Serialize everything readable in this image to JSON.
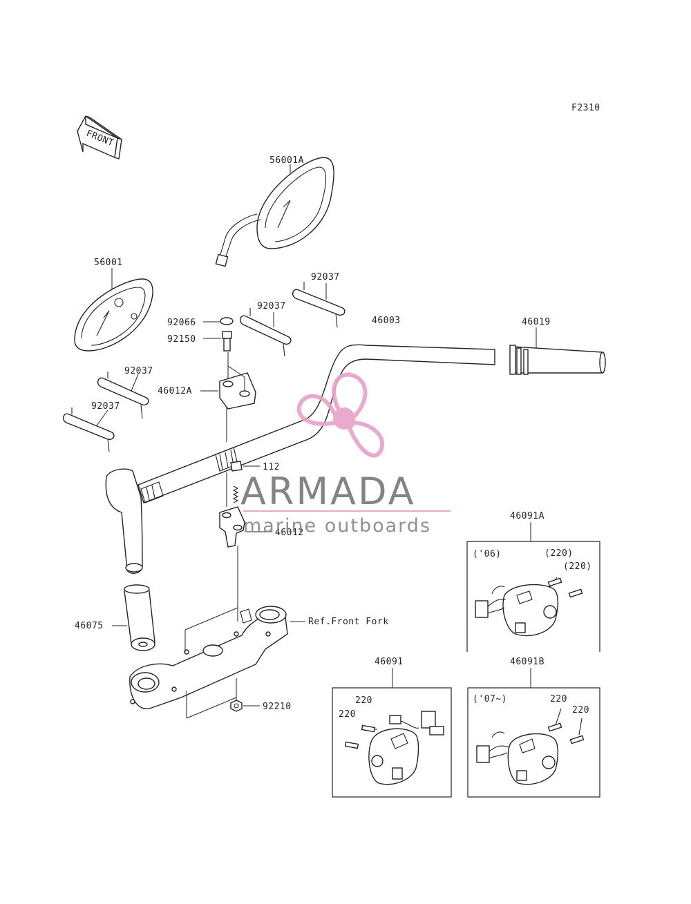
{
  "diagram": {
    "figure_code": "F2310",
    "front_arrow_label": "FRONT",
    "parts": {
      "mirror_right": "56001A",
      "mirror_left": "56001",
      "stay_a": "92037",
      "stay_b": "92037",
      "stay_c": "92037",
      "stay_d": "92037",
      "cap": "92066",
      "bolt_upper": "92150",
      "handlebar": "46003",
      "throttle_grip": "46019",
      "holder_upper": "46012A",
      "bolt_112": "112",
      "holder_lower": "46012",
      "grip_left": "46075",
      "ref_front_fork": "Ref.Front Fork",
      "nut": "92210",
      "switch_a": "46091A",
      "switch_a_year": "('06)",
      "switch_a_screw1": "(220)",
      "switch_a_screw2": "(220)",
      "switch": "46091",
      "switch_screw1": "220",
      "switch_screw2": "220",
      "switch_b": "46091B",
      "switch_b_year": "('07~)",
      "switch_b_screw1": "220",
      "switch_b_screw2": "220"
    }
  },
  "watermark": {
    "brand": "ARMADA",
    "tagline": "marine outboards",
    "color": "#e8a3c9"
  }
}
